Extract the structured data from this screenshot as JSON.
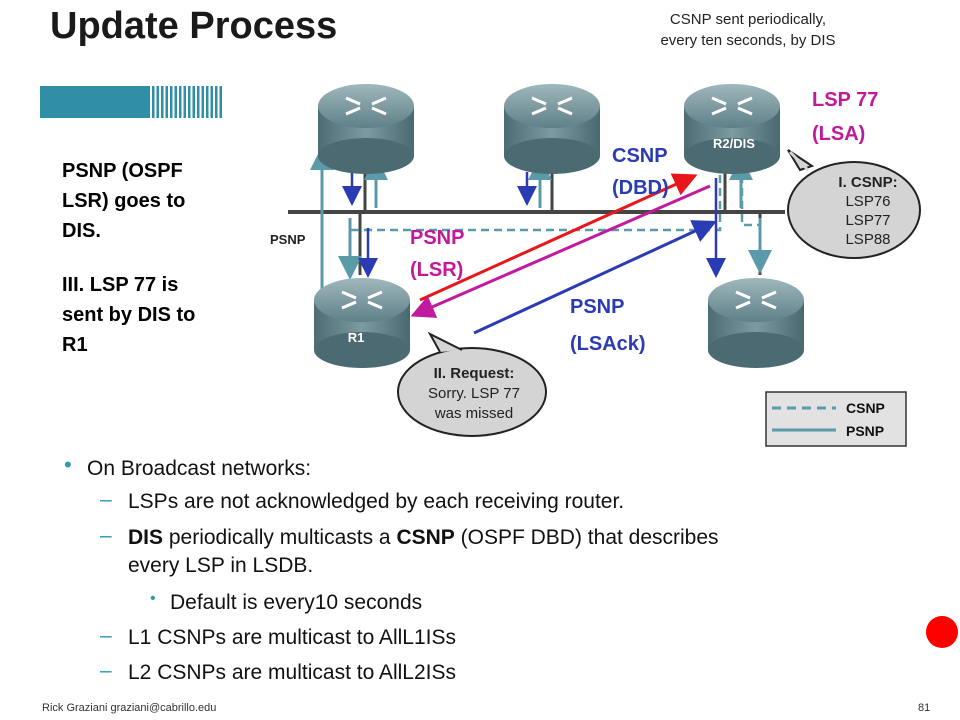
{
  "title": "Update Process",
  "side_text": {
    "line1": [
      "PSNP (OSPF",
      "LSR)  goes to",
      "DIS."
    ],
    "line2": [
      "III. LSP 77 is",
      "sent by DIS to",
      "R1"
    ]
  },
  "diagram": {
    "top_note": [
      "CSNP sent periodically,",
      "every ten seconds, by DIS"
    ],
    "routers": {
      "r2": "R2/DIS",
      "r1": "R1"
    },
    "labels": {
      "lsp77": [
        "LSP 77",
        "(LSA)"
      ],
      "csnp_dbd": [
        "CSNP",
        "(DBD)"
      ],
      "psnp_lsr": [
        "PSNP",
        "(LSR)"
      ],
      "psnp_lsack": [
        "PSNP",
        "(LSAck)"
      ],
      "psnp_left": "PSNP"
    },
    "bubble_csnp": [
      "I. CSNP:",
      "LSP76",
      "LSP77",
      "LSP88"
    ],
    "bubble_request": [
      "II. Request:",
      "Sorry. LSP 77",
      "was missed"
    ],
    "legend": {
      "csnp": "CSNP",
      "psnp": "PSNP"
    },
    "colors": {
      "lsp_red": "#e8161b",
      "lsr_magenta": "#c21a9e",
      "lsack_blue": "#2a3bb4",
      "link_teal": "#5b9aa8",
      "label_magenta": "#c2189a",
      "label_blue": "#2a3bb4"
    }
  },
  "bullets": {
    "main": "On Broadcast networks:",
    "sub1": "LSPs are not acknowledged by each receiving router.",
    "sub2_bold_a": "DIS",
    "sub2_a": " periodically multicasts a ",
    "sub2_bold_b": "CSNP",
    "sub2_b": " (OSPF DBD) that describes",
    "sub2_line2": "every LSP in LSDB.",
    "sub2_child": "Default is every10 seconds",
    "sub3": "L1 CSNPs are multicast to AllL1ISs",
    "sub4": "L2 CSNPs are multicast to AllL2ISs",
    "dash": "–",
    "dot": "•"
  },
  "footer": {
    "author": "Rick Graziani  graziani@cabrillo.edu",
    "page": "81"
  }
}
